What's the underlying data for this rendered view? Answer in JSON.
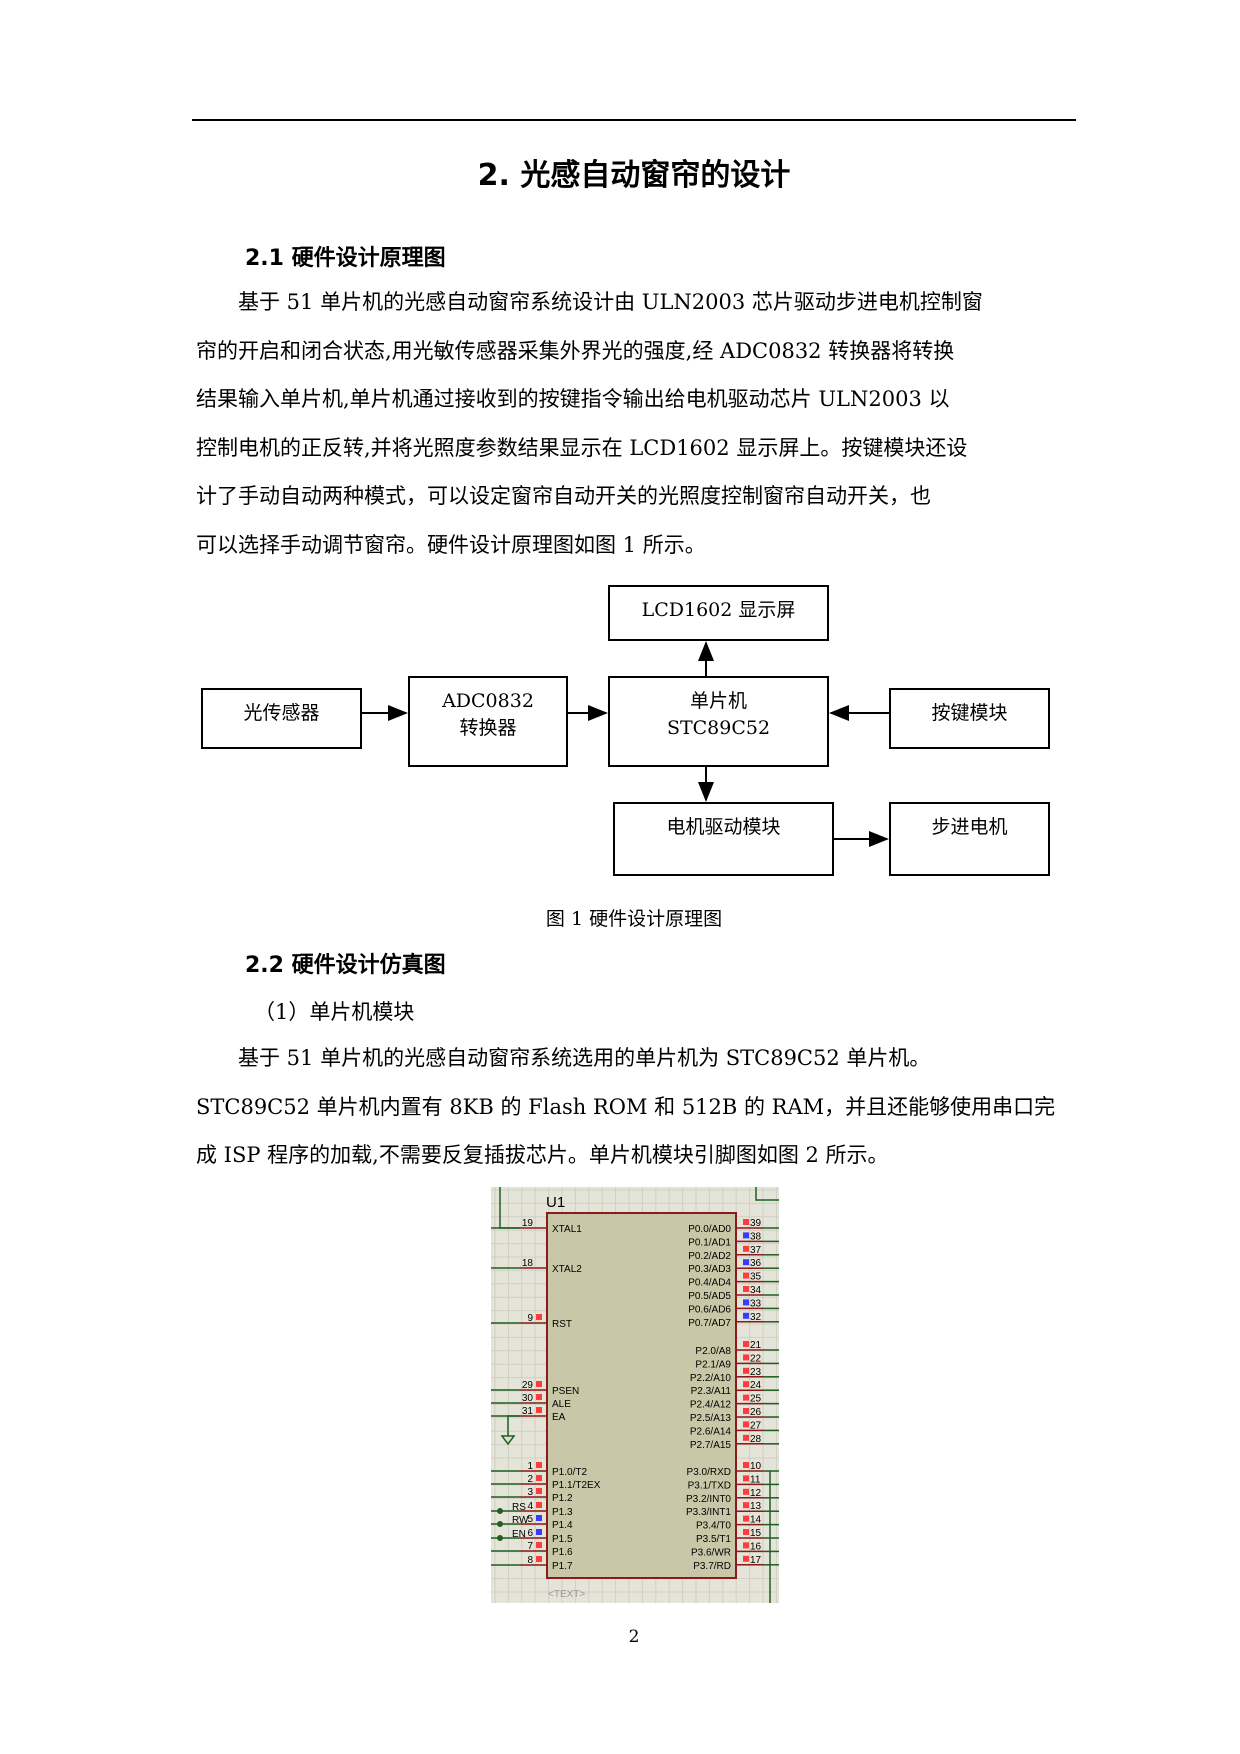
{
  "title": "2. 光感自动窗帘的设计",
  "section_2_1": {
    "heading": "2.1 硬件设计原理图",
    "paragraph_lines": [
      "基于 51 单片机的光感自动窗帘系统设计由 ULN2003 芯片驱动步进电机控制窗",
      "帘的开启和闭合状态,用光敏传感器采集外界光的强度,经 ADC0832 转换器将转换",
      "结果输入单片机,单片机通过接收到的按键指令输出给电机驱动芯片 ULN2003 以",
      "控制电机的正反转,并将光照度参数结果显示在 LCD1602 显示屏上。按键模块还设",
      "计了手动自动两种模式，可以设定窗帘自动开关的光照度控制窗帘自动开关，也",
      "可以选择手动调节窗帘。硬件设计原理图如图 1 所示。"
    ]
  },
  "figure1": {
    "blocks": {
      "lcd": "LCD1602 显示屏",
      "light_sensor": "光传感器",
      "adc_line1": "ADC0832",
      "adc_line2": "转换器",
      "mcu_line1": "单片机",
      "mcu_line2": "STC89C52",
      "keys": "按键模块",
      "motor_driver": "电机驱动模块",
      "stepper": "步进电机"
    },
    "caption": "图 1  硬件设计原理图"
  },
  "section_2_2": {
    "heading": "2.2 硬件设计仿真图",
    "subheading": "（1）单片机模块",
    "paragraph_lines": [
      "基于 51 单片机的光感自动窗帘系统选用的单片机为 STC89C52 单片机。",
      "STC89C52 单片机内置有 8KB 的 Flash ROM 和 512B 的 RAM，并且还能够使用串口完",
      "成 ISP 程序的加载,不需要反复插拔芯片。单片机模块引脚图如图 2 所示。"
    ]
  },
  "schematic": {
    "ref": "U1",
    "text_placeholder": "<TEXT>",
    "net_labels": [
      "RS",
      "RW",
      "EN"
    ],
    "left_pins": [
      {
        "num": "19",
        "label": "XTAL1"
      },
      {
        "num": "18",
        "label": "XTAL2"
      },
      {
        "num": "9",
        "label": "RST"
      },
      {
        "num": "29",
        "label": "PSEN"
      },
      {
        "num": "30",
        "label": "ALE"
      },
      {
        "num": "31",
        "label": "EA"
      },
      {
        "num": "1",
        "label": "P1.0/T2"
      },
      {
        "num": "2",
        "label": "P1.1/T2EX"
      },
      {
        "num": "3",
        "label": "P1.2"
      },
      {
        "num": "4",
        "label": "P1.3"
      },
      {
        "num": "5",
        "label": "P1.4"
      },
      {
        "num": "6",
        "label": "P1.5"
      },
      {
        "num": "7",
        "label": "P1.6"
      },
      {
        "num": "8",
        "label": "P1.7"
      }
    ],
    "right_pins": [
      {
        "num": "39",
        "label": "P0.0/AD0",
        "state": "high"
      },
      {
        "num": "38",
        "label": "P0.1/AD1",
        "state": "low"
      },
      {
        "num": "37",
        "label": "P0.2/AD2",
        "state": "high"
      },
      {
        "num": "36",
        "label": "P0.3/AD3",
        "state": "low"
      },
      {
        "num": "35",
        "label": "P0.4/AD4",
        "state": "high"
      },
      {
        "num": "34",
        "label": "P0.5/AD5",
        "state": "high"
      },
      {
        "num": "33",
        "label": "P0.6/AD6",
        "state": "low"
      },
      {
        "num": "32",
        "label": "P0.7/AD7",
        "state": "low"
      },
      {
        "num": "21",
        "label": "P2.0/A8",
        "state": "high"
      },
      {
        "num": "22",
        "label": "P2.1/A9",
        "state": "high"
      },
      {
        "num": "23",
        "label": "P2.2/A10",
        "state": "high"
      },
      {
        "num": "24",
        "label": "P2.3/A11",
        "state": "high"
      },
      {
        "num": "25",
        "label": "P2.4/A12",
        "state": "high"
      },
      {
        "num": "26",
        "label": "P2.5/A13",
        "state": "high"
      },
      {
        "num": "27",
        "label": "P2.6/A14",
        "state": "high"
      },
      {
        "num": "28",
        "label": "P2.7/A15",
        "state": "high"
      },
      {
        "num": "10",
        "label": "P3.0/RXD",
        "state": "high"
      },
      {
        "num": "11",
        "label": "P3.1/TXD",
        "state": "high"
      },
      {
        "num": "12",
        "label": "P3.2/INT0",
        "state": "high"
      },
      {
        "num": "13",
        "label": "P3.3/INT1",
        "state": "high"
      },
      {
        "num": "14",
        "label": "P3.4/T0",
        "state": "high"
      },
      {
        "num": "15",
        "label": "P3.5/T1",
        "state": "high"
      },
      {
        "num": "16",
        "label": "P3.6/WR",
        "state": "high"
      },
      {
        "num": "17",
        "label": "P3.7/RD",
        "state": "high"
      }
    ],
    "colors": {
      "high": "#ff3b3b",
      "low": "#3b3bff",
      "body": "#c8c8a8",
      "outline": "#8b1a1a",
      "wire": "#1f5f1f",
      "grid_bg": "#e4e4d8"
    }
  },
  "page_number": "2"
}
